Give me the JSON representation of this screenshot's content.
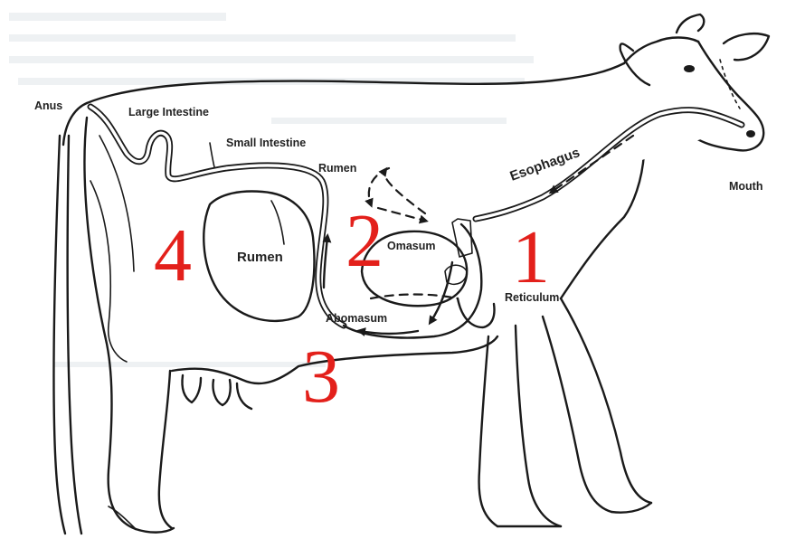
{
  "labels": {
    "anus": "Anus",
    "large_intestine": "Large Intestine",
    "small_intestine": "Small Intestine",
    "rumen_top": "Rumen",
    "rumen_main": "Rumen",
    "omasum": "Omasum",
    "abomasum": "Abomasum",
    "reticulum": "Reticulum",
    "esophagus": "Esophagus",
    "mouth": "Mouth"
  },
  "numbers": {
    "n1": "1",
    "n2": "2",
    "n3": "3",
    "n4": "4"
  },
  "colors": {
    "line": "#1a1a1a",
    "number": "#e3201b"
  }
}
